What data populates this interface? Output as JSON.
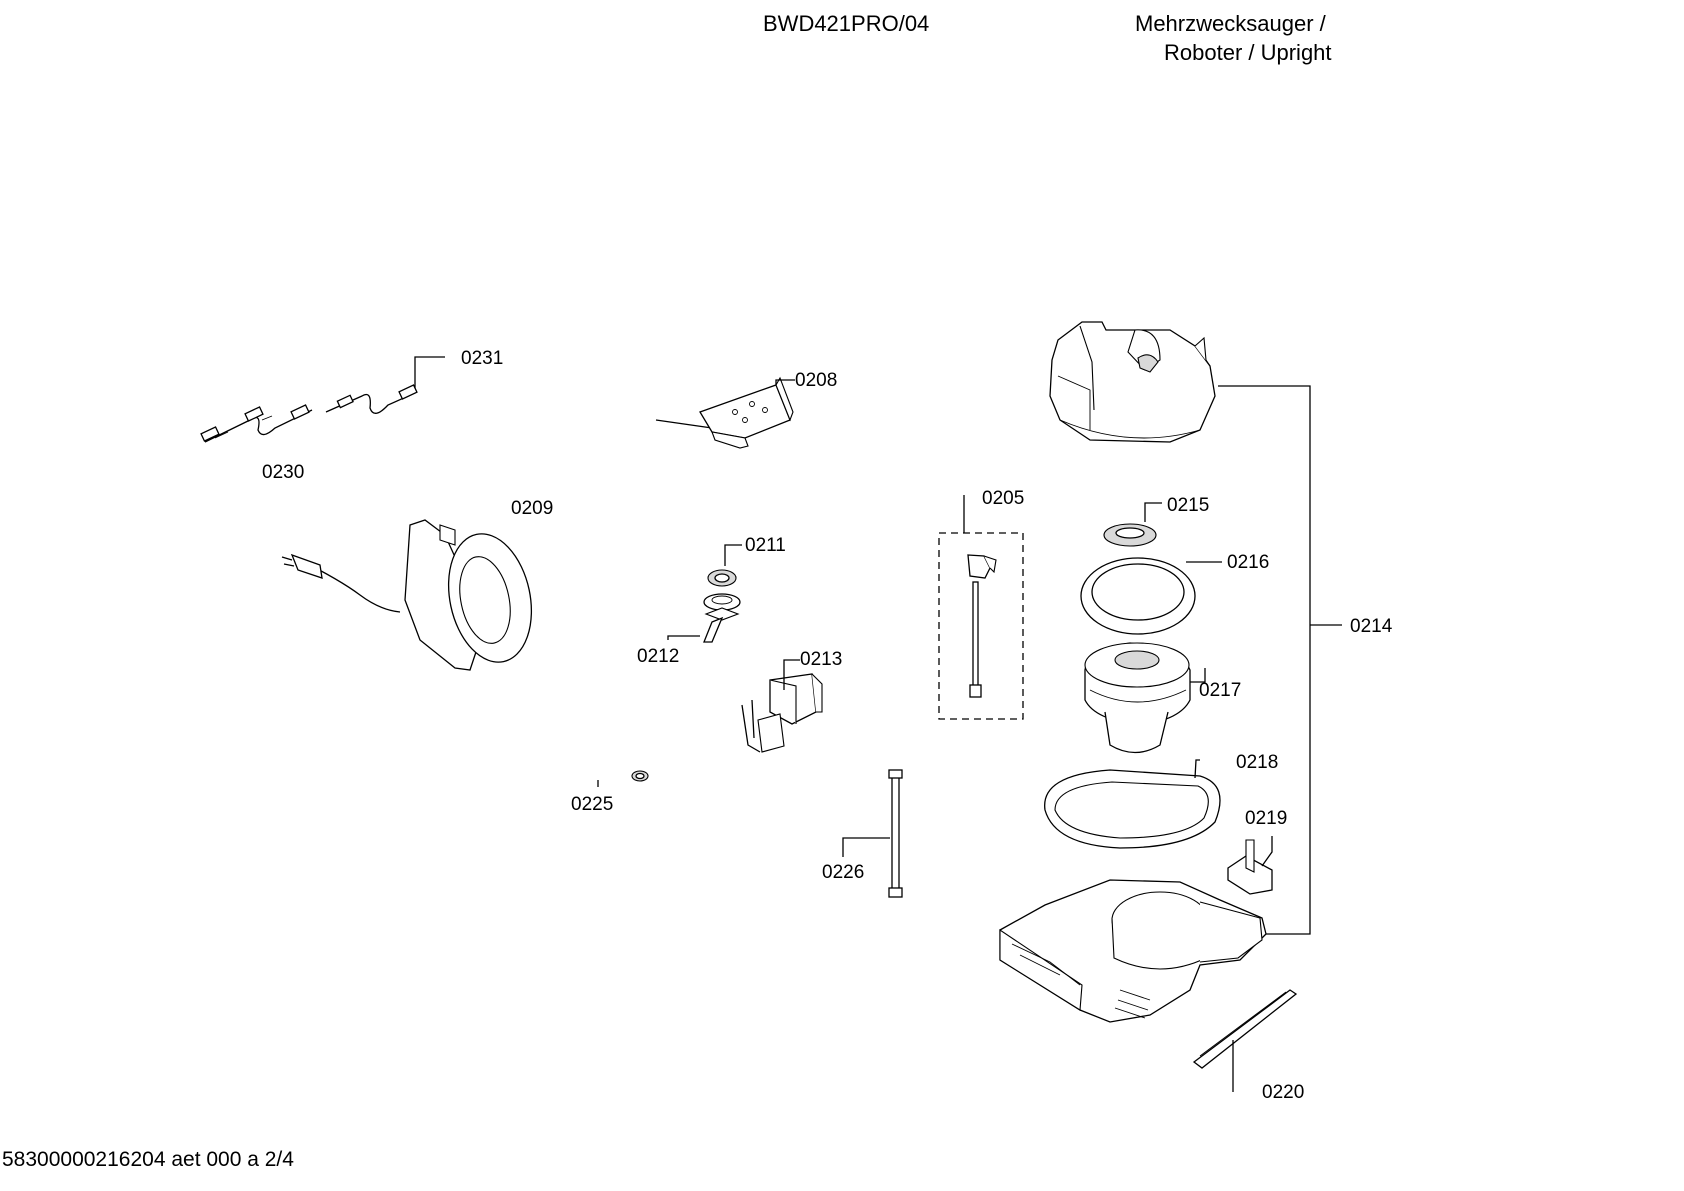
{
  "header": {
    "model": "BWD421PRO/04",
    "category_line1": "Mehrzwecksauger /",
    "category_line2": "Roboter / Upright"
  },
  "footer": {
    "code": "58300000216204 aet 000 a 2/4"
  },
  "callouts": {
    "c0205": "0205",
    "c0208": "0208",
    "c0209": "0209",
    "c0211": "0211",
    "c0212": "0212",
    "c0213": "0213",
    "c0214": "0214",
    "c0215": "0215",
    "c0216": "0216",
    "c0217": "0217",
    "c0218": "0218",
    "c0219": "0219",
    "c0220": "0220",
    "c0225": "0225",
    "c0226": "0226",
    "c0230": "0230",
    "c0231": "0231"
  }
}
